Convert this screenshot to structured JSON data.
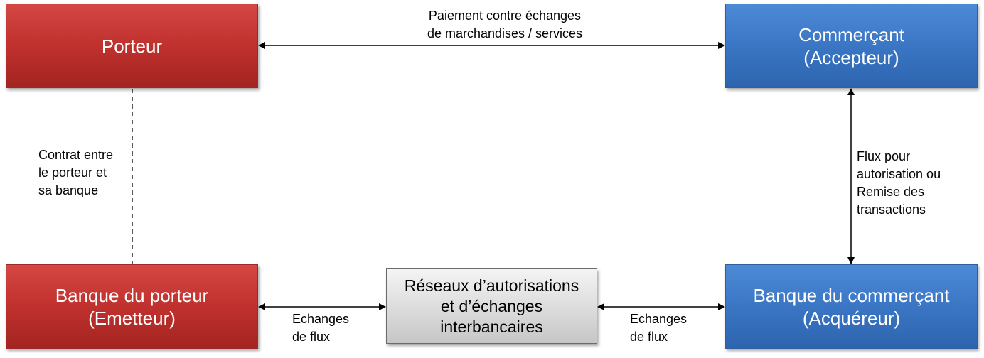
{
  "nodes": {
    "porteur": {
      "lines": [
        "Porteur"
      ]
    },
    "commercant": {
      "lines": [
        "Commerçant",
        "(Accepteur)"
      ]
    },
    "banque_porteur": {
      "lines": [
        "Banque du porteur",
        "(Emetteur)"
      ]
    },
    "banque_commercant": {
      "lines": [
        "Banque du commerçant",
        "(Acquéreur)"
      ]
    },
    "reseaux": {
      "lines": [
        "Réseaux d’autorisations",
        "et d’échanges",
        "interbancaires"
      ]
    }
  },
  "edges": {
    "paiement": {
      "lines": [
        "Paiement  contre échanges",
        "de marchandises / services"
      ]
    },
    "contrat": {
      "lines": [
        "Contrat entre",
        "le porteur et",
        "sa banque"
      ]
    },
    "flux": {
      "lines": [
        "Flux pour",
        "autorisation ou",
        "Remise des",
        "transactions"
      ]
    },
    "echanges_left": {
      "lines": [
        "Echanges",
        "de flux"
      ]
    },
    "echanges_right": {
      "lines": [
        "Echanges",
        "de flux"
      ]
    }
  },
  "colors": {
    "holder": "#c0312e",
    "merchant": "#3a76c4",
    "network": "#d9d9d9",
    "line": "#000000"
  }
}
